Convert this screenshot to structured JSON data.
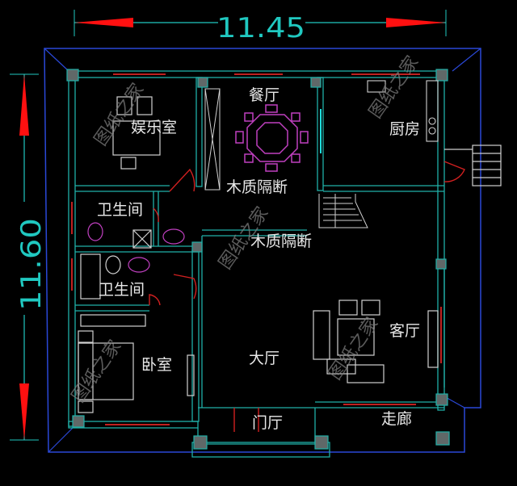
{
  "dimensions": {
    "width_label": "11.45",
    "height_label": "11.60"
  },
  "rooms": {
    "entertainment": "娱乐室",
    "dining": "餐厅",
    "kitchen": "厨房",
    "wood_partition_1": "木质隔断",
    "wood_partition_2": "木质隔断",
    "bathroom_1": "卫生间",
    "bathroom_2": "卫生间",
    "bedroom": "卧室",
    "hall": "大厅",
    "living_room": "客厅",
    "foyer": "门厅",
    "corridor": "走廊"
  },
  "watermark": "图纸之家",
  "colors": {
    "background": "#000000",
    "wall": "#20b0a8",
    "outline": "#2040d0",
    "window": "#c02020",
    "door": "#d02020",
    "furniture": "#d0d0d0",
    "fixture": "#c040c0",
    "dimension": "#20c8c0",
    "arrow": "#ff1010"
  }
}
